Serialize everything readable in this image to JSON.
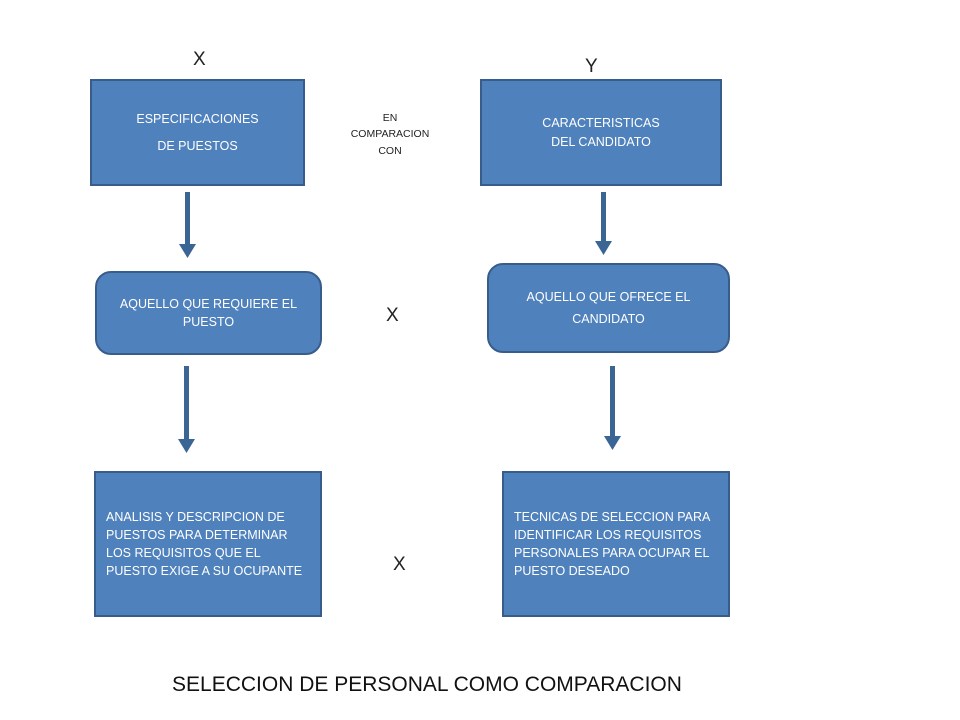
{
  "labels": {
    "x_top": "X",
    "y_top": "Y",
    "x_middle": "X",
    "x_bottom": "X"
  },
  "comparison": {
    "line1": "EN",
    "line2": "COMPARACION",
    "line3": "CON"
  },
  "left": {
    "box1": {
      "line1": "ESPECIFICACIONES",
      "line2": "DE PUESTOS"
    },
    "box2": {
      "line1": "AQUELLO  QUE REQUIERE EL",
      "line2": "PUESTO"
    },
    "box3": {
      "line1": "ANALISIS Y DESCRIPCION  DE",
      "line2": "PUESTOS PARA DETERMINAR",
      "line3": "LOS REQUISITOS QUE EL",
      "line4": "PUESTO EXIGE A SU OCUPANTE"
    }
  },
  "right": {
    "box1": {
      "line1": "CARACTERISTICAS",
      "line2": "DEL CANDIDATO"
    },
    "box2": {
      "line1": "AQUELLO QUE OFRECE EL",
      "line2": "CANDIDATO"
    },
    "box3": {
      "line1": "TECNICAS DE SELECCION PARA",
      "line2": "IDENTIFICAR LOS REQUISITOS",
      "line3": "PERSONALES PARA OCUPAR EL",
      "line4": "PUESTO DESEADO"
    }
  },
  "title": "SELECCION DE PERSONAL COMO COMPARACION",
  "colors": {
    "box_fill": "#4f81bd",
    "box_border": "#385d8a",
    "arrow": "#3a6594"
  }
}
